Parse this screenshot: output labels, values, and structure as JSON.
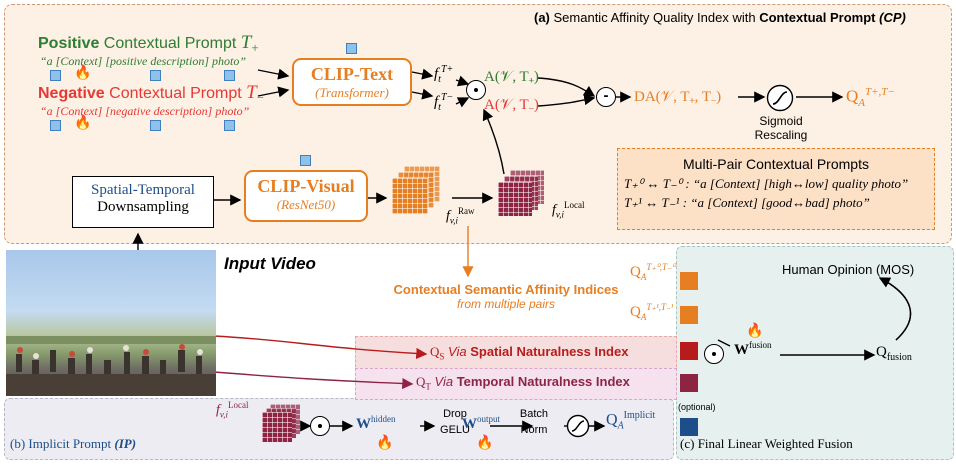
{
  "panel_a": {
    "prefix": "(a)",
    "title_plain": " Semantic Affinity Quality Index with ",
    "title_bold": "Contextual Prompt",
    "title_abbr": "(CP)"
  },
  "positive_prompt": {
    "bold": "Positive",
    "rest": " Contextual Prompt ",
    "symbol": "T",
    "sub": "+",
    "example": "“a [Context] [positive description] photo”"
  },
  "negative_prompt": {
    "bold": "Negative",
    "rest": " Contextual Prompt ",
    "symbol": "T",
    "sub": "−",
    "example": "“a [Context] [negative description] photo”"
  },
  "clip_text": {
    "title": "CLIP-Text",
    "subtitle": "(Transformer)"
  },
  "clip_visual": {
    "title": "CLIP-Visual",
    "subtitle": "(ResNet50)"
  },
  "downsampling": {
    "line1": "Spatial-Temporal",
    "line2": "Downsampling"
  },
  "features": {
    "ft_pos_base": "f",
    "ft_pos_sub": "t",
    "ft_pos_sup": "T+",
    "ft_neg_base": "f",
    "ft_neg_sub": "t",
    "ft_neg_sup": "T−",
    "raw_base": "f",
    "raw_sub": "v,i",
    "raw_sup": "Raw",
    "local_base": "f",
    "local_sub": "v,i",
    "local_sup": "Local"
  },
  "affinity": {
    "pos": "A(𝒱, T₊)",
    "neg": "A(𝒱, T₋)",
    "minus": "-",
    "da": "DA(𝒱, T₊, T₋)",
    "q_base": "Q",
    "q_sub": "A",
    "q_sup": "T+,T−"
  },
  "sigmoid": {
    "line1": "Sigmoid",
    "line2": "Rescaling"
  },
  "multi_pair": {
    "title": "Multi-Pair Contextual Prompts",
    "pair0_sym": "T₊⁰ ↔ T₋⁰ :",
    "pair0_text": "“a [Context] [high↔low] quality photo”",
    "pair1_sym": "T₊¹ ↔ T₋¹ :",
    "pair1_text": "“a [Context] [good↔bad] photo”"
  },
  "input_video": "Input Video",
  "csai": {
    "line1": "Contextual Semantic Affinity Indices",
    "line2": "from multiple pairs"
  },
  "spatial_index": {
    "q": "Q",
    "q_sub": "S",
    "via": "Via",
    "name": "Spatial Naturalness Index"
  },
  "temporal_index": {
    "q": "Q",
    "q_sub": "T",
    "via": "Via",
    "name": "Temporal Naturalness Index"
  },
  "q_indices": {
    "q0_base": "Q",
    "q0_sub": "A",
    "q0_sup": "T₊⁰,T₋⁰",
    "q1_base": "Q",
    "q1_sub": "A",
    "q1_sup": "T₊¹,T₋¹"
  },
  "optional": "(optional)",
  "implicit": {
    "f_base": "f",
    "f_sub": "v,i",
    "f_sup": "Local",
    "w_hidden_base": "W",
    "w_hidden_sup": "hidden",
    "drop": "Drop",
    "gelu": "GELU",
    "w_output_base": "W",
    "w_output_sup": "output",
    "batch": "Batch",
    "norm": "Norm",
    "q_base": "Q",
    "q_sub": "A",
    "q_sup": "Implicit"
  },
  "panel_b": {
    "prefix": "(b)",
    "title": " Implicit Prompt ",
    "abbr": "(IP)"
  },
  "panel_c": {
    "prefix": "(c)",
    "title": " Final Linear Weighted Fusion"
  },
  "fusion": {
    "w_base": "W",
    "w_sup": "fusion",
    "q_base": "Q",
    "q_sub": "fusion",
    "human": "Human Opinion ",
    "mos": "(MOS)"
  },
  "colors": {
    "orange": "#e67e22",
    "green": "#2e7d32",
    "red": "#e53935",
    "dark_red": "#b71c1c",
    "maroon": "#8e2444",
    "navy": "#1d4e89"
  }
}
